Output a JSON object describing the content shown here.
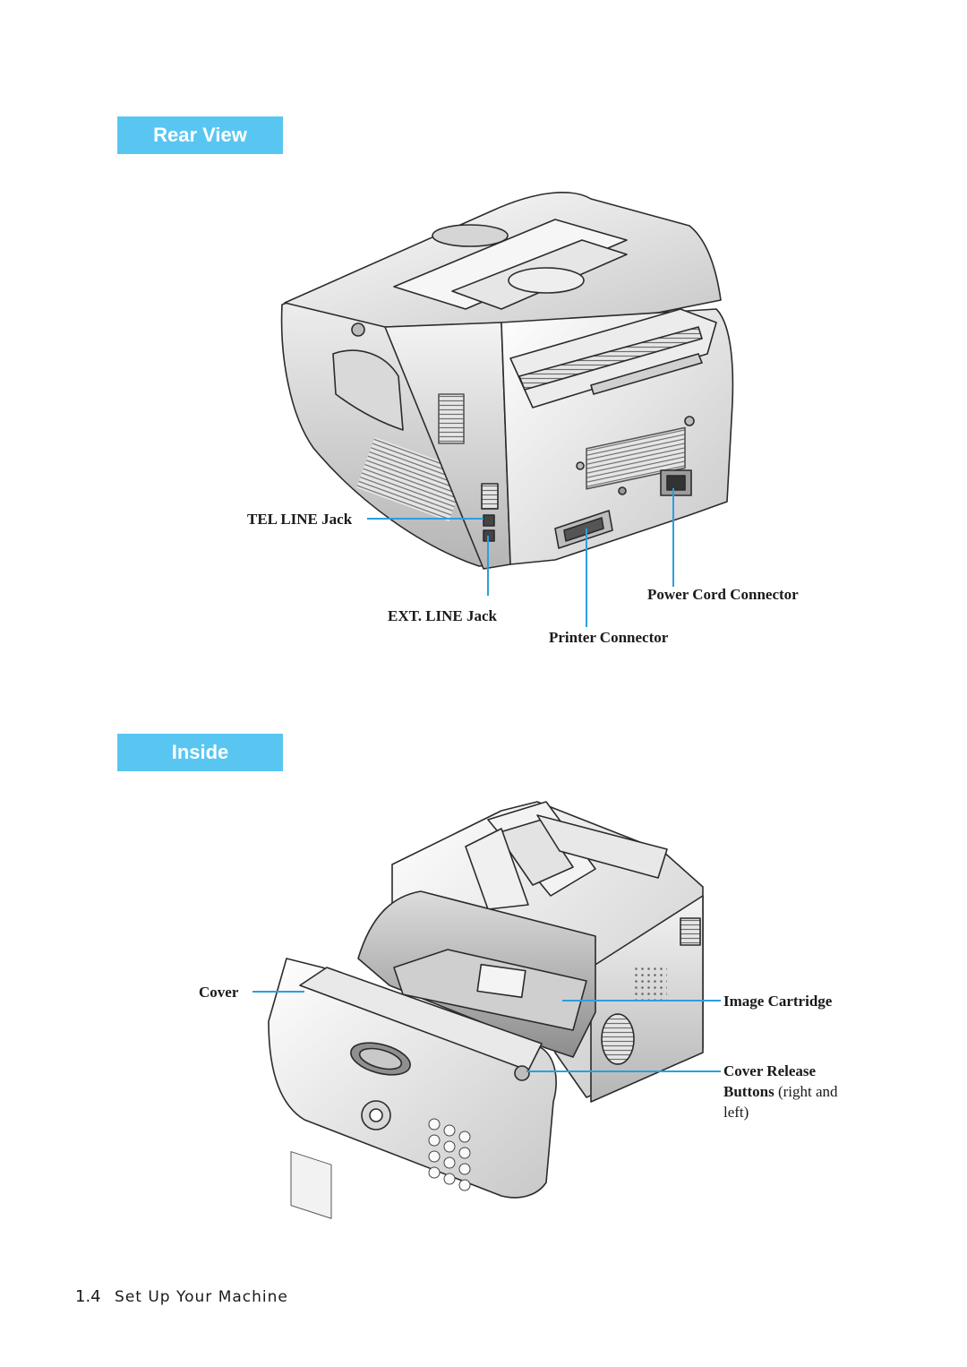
{
  "sections": {
    "rear": {
      "title": "Rear View",
      "callouts": {
        "tel_line": "TEL LINE Jack",
        "ext_line": "EXT. LINE Jack",
        "power_cord": "Power Cord Connector",
        "printer": "Printer Connector"
      }
    },
    "inside": {
      "title": "Inside",
      "callouts": {
        "cover": "Cover",
        "image_cartridge": "Image Cartridge",
        "cover_release_bold1": "Cover Release",
        "cover_release_bold2": "Buttons",
        "cover_release_note": "(right and",
        "cover_release_note2": "left)"
      }
    }
  },
  "footer": {
    "page_number": "1.4",
    "chapter": "Set Up Your Machine"
  },
  "colors": {
    "accent": "#59c6f2",
    "callout_line": "#2a9fe0"
  },
  "icons": [
    "fax-rear-illustration",
    "fax-inside-illustration"
  ]
}
